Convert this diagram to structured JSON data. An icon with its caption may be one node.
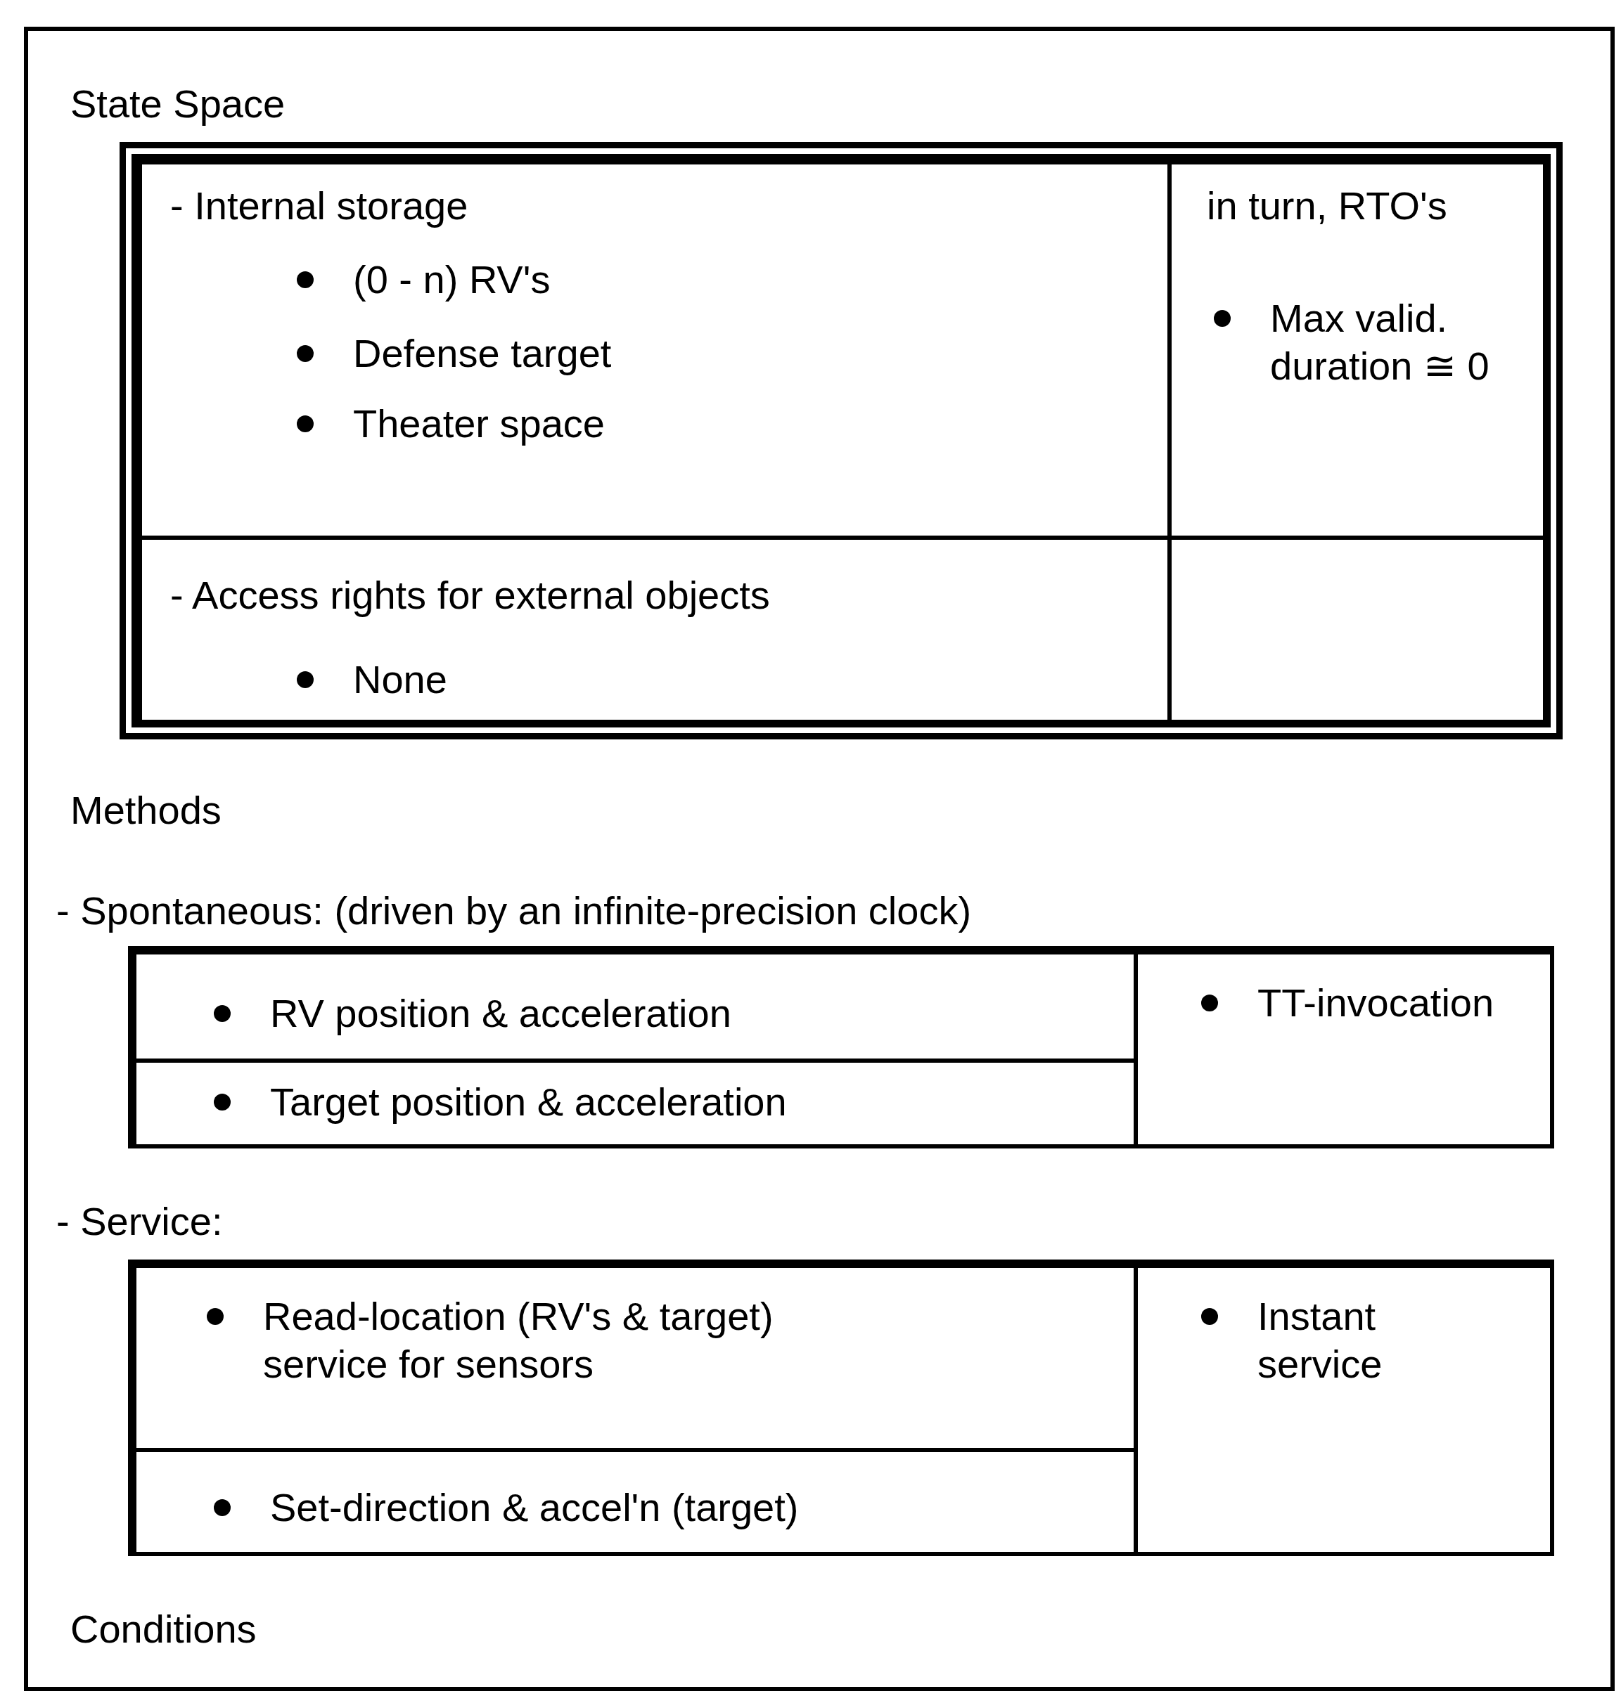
{
  "diagram": {
    "nodes": [
      {
        "text": [
          "State Space",
          "Methods",
          "- Spontaneous:  (driven by an infinite-precision clock)",
          "- Service:",
          "Conditions"
        ]
      },
      {
        "text": [],
        "shape": "box",
        "in": 0
      },
      {
        "text": [
          "- Internal storage",
          "(0 - n) RV's",
          "Defense target",
          "Theater space"
        ],
        "in": 1
      },
      {
        "text": [
          "in turn, RTO's",
          "Max valid. duration ≅ 0"
        ],
        "in": 1
      },
      {
        "text": [
          "- Access rights for external objects",
          "None"
        ],
        "in": 1
      },
      {
        "text": [],
        "shape": "box",
        "in": 1
      },
      {
        "text": [],
        "shape": "box",
        "in": 0
      },
      {
        "text": [
          "RV position & acceleration"
        ],
        "in": 6
      },
      {
        "text": [
          "Target position & acceleration"
        ],
        "in": 6
      },
      {
        "text": [
          "TT-invocation"
        ],
        "in": 6
      },
      {
        "text": [],
        "shape": "box",
        "in": 0
      },
      {
        "text": [
          "Read-location (RV's & target) service for sensors"
        ],
        "in": 10
      },
      {
        "text": [
          "Set-direction & accel'n (target)"
        ],
        "in": 10
      },
      {
        "text": [
          "Instant service"
        ],
        "in": 10
      }
    ],
    "edges": []
  }
}
